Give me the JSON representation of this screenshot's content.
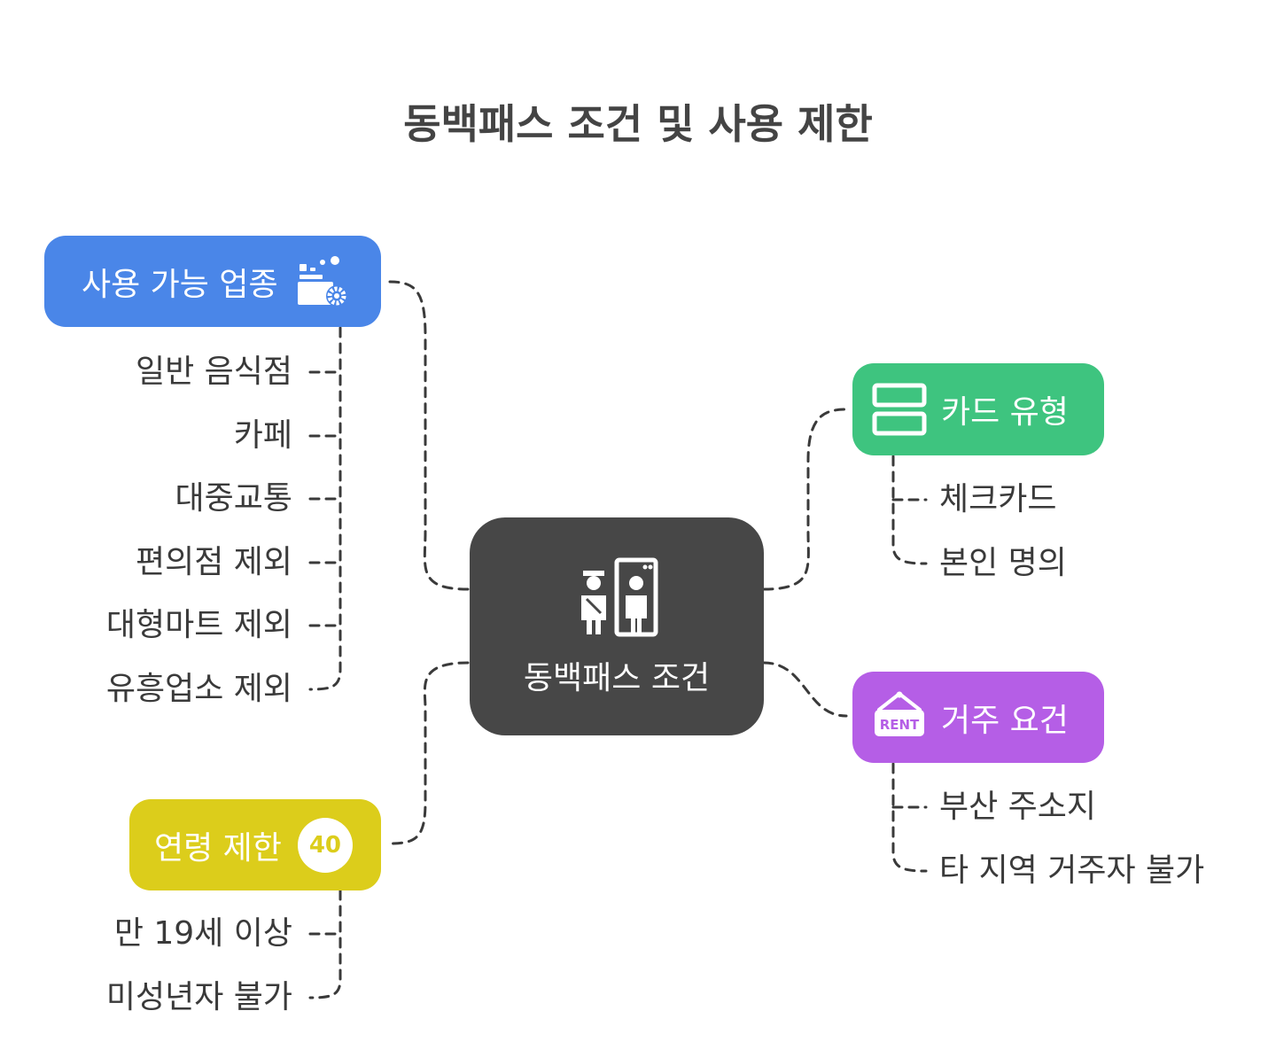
{
  "title": "동백패스 조건 및 사용 제한",
  "colors": {
    "center": "#474747",
    "business": "#4a86e8",
    "card": "#3ec47f",
    "residence": "#b55ee6",
    "age": "#dccd1b",
    "line": "#3a3a3a"
  },
  "center": {
    "label": "동백패스 조건",
    "icon": "security-gate-icon"
  },
  "branches": {
    "business": {
      "label": "사용 가능 업종",
      "icon": "store-settings-icon",
      "items": [
        "일반 음식점",
        "카페",
        "대중교통",
        "편의점 제외",
        "대형마트 제외",
        "유흥업소 제외"
      ]
    },
    "card": {
      "label": "카드 유형",
      "icon": "card-icon",
      "items": [
        "체크카드",
        "본인 명의"
      ]
    },
    "residence": {
      "label": "거주 요건",
      "icon": "rent-sign-icon",
      "icon_text": "RENT",
      "items": [
        "부산 주소지",
        "타 지역 거주자 불가"
      ]
    },
    "age": {
      "label": "연령 제한",
      "icon": "age-badge-icon",
      "icon_text": "40",
      "items": [
        "만 19세 이상",
        "미성년자 불가"
      ]
    }
  }
}
